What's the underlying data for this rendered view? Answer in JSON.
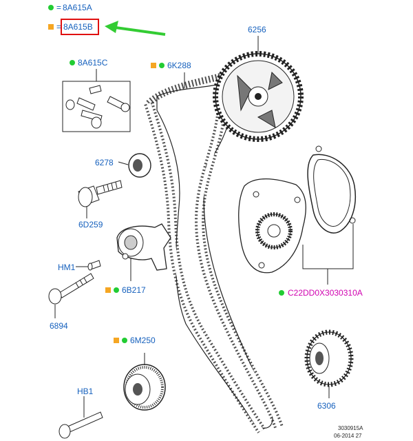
{
  "labels": {
    "part_8a615a": "8A615A",
    "part_8a615b": "8A615B",
    "part_8a615c": "8A615C",
    "part_6k288": "6K288",
    "part_6256": "6256",
    "part_6278": "6278",
    "part_6d259": "6D259",
    "part_hm1": "HM1",
    "part_6b217": "6B217",
    "part_6894": "6894",
    "part_6m250": "6M250",
    "part_hb1": "HB1",
    "part_6306": "6306",
    "part_c22dd0x": "C22DD0X3030310A",
    "footer_ref": "3030915A",
    "footer_date": "06-2014 27"
  },
  "equals": "=",
  "colors": {
    "label_blue": "#1560bd",
    "magenta": "#d000b0",
    "status_green": "#22cc33",
    "status_orange": "#f5a623",
    "highlight_red": "#e01010",
    "arrow_green": "#33cc33"
  }
}
